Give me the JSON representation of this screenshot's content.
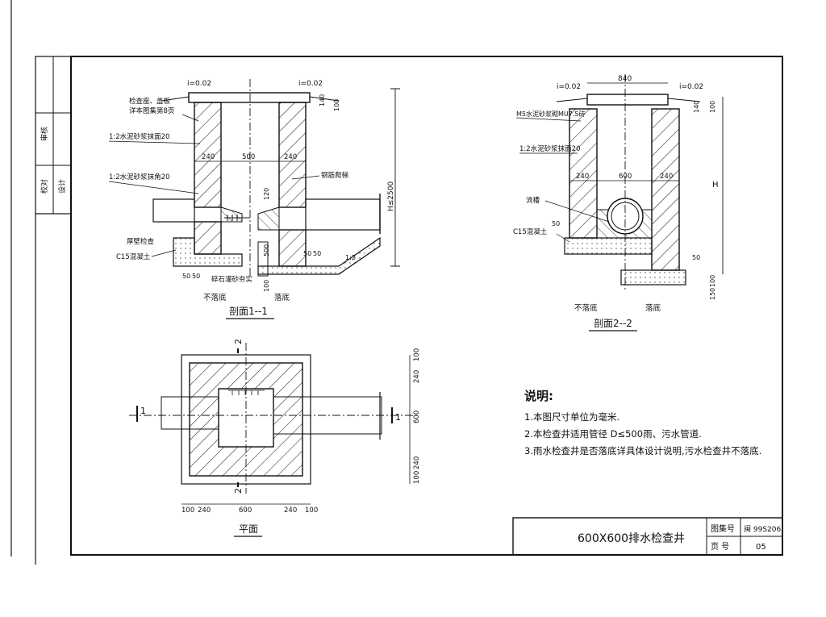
{
  "sheet": {
    "title": "600X600排水检查井",
    "atlas_label": "图集号",
    "atlas_no": "闽 99S206",
    "page_label": "页  号",
    "page_no": "05",
    "side_labels": [
      "审核",
      "校对",
      "设计"
    ]
  },
  "section1": {
    "title": "剖面1--1",
    "labels": {
      "cover": "检查座、盖板",
      "cover_ref": "详本图集第8页",
      "mortar": "1:2水泥砂浆抹面20",
      "chamfer": "1:2水泥砂浆抹角20",
      "ladder": "钢筋爬梯",
      "cushion": "厚壁检查",
      "concrete": "C15混凝土",
      "gravel": "碎石灌砂夯实",
      "left_base": "不落底",
      "right_base": "落底"
    },
    "dims": {
      "slope_l": "i=0.02",
      "slope_r": "i=0.02",
      "top_h": "140",
      "top_h2": "100",
      "wall_l": "240",
      "inner": "500",
      "wall_r": "240",
      "h": "H≤2500",
      "d120": "120",
      "d500": "500",
      "d100": "100",
      "d50a": "50",
      "d50b": "50",
      "d50c": "50",
      "d50d": "50",
      "slope_112": "1:2"
    }
  },
  "section2": {
    "title": "剖面2--2",
    "labels": {
      "brick": "M5水泥砂浆砌MU7.5砖",
      "mortar": "1:2水泥砂浆抹面20",
      "channel": "流槽",
      "concrete": "C15混凝土",
      "left_base": "不落底",
      "right_base": "落底"
    },
    "dims": {
      "top_w": "840",
      "slope_l": "i=0.02",
      "slope_r": "i=0.02",
      "top_h": "140",
      "top_h2": "100",
      "h": "H",
      "wall_l": "240",
      "inner": "600",
      "wall_r": "240",
      "d50a": "50",
      "d50b": "50",
      "d100": "100",
      "d150": "150"
    }
  },
  "plan": {
    "title": "平面",
    "cut_1": "1",
    "cut_1b": "1",
    "cut_2": "2",
    "cut_2b": "2",
    "bottom_dims": [
      "100",
      "240",
      "600",
      "240",
      "100"
    ],
    "right_dims": [
      "100",
      "240",
      "600",
      "240",
      "100"
    ]
  },
  "notes": {
    "heading": "说明:",
    "items": [
      "1.本图尺寸单位为毫米.",
      "2.本检查井适用管径 D≤500雨、污水管道.",
      "3.雨水检查井是否落底详具体设计说明,污水检查井不落底."
    ]
  }
}
